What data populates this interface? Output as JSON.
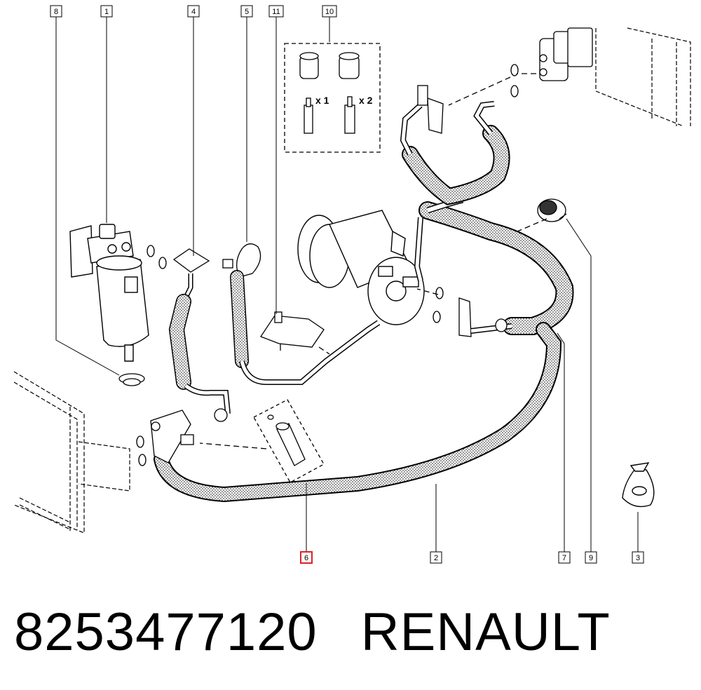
{
  "callouts": {
    "c8": "8",
    "c1": "1",
    "c4": "4",
    "c5": "5",
    "c11": "11",
    "c10": "10",
    "c6": "6",
    "c2": "2",
    "c7": "7",
    "c9": "9",
    "c3": "3"
  },
  "kit_labels": {
    "qty_1": "x 1",
    "qty_2": "x 2"
  },
  "caption": {
    "part_number": "8253477120",
    "brand": "RENAULT"
  },
  "colors": {
    "highlight": "#e0202a",
    "ink": "#000000"
  }
}
